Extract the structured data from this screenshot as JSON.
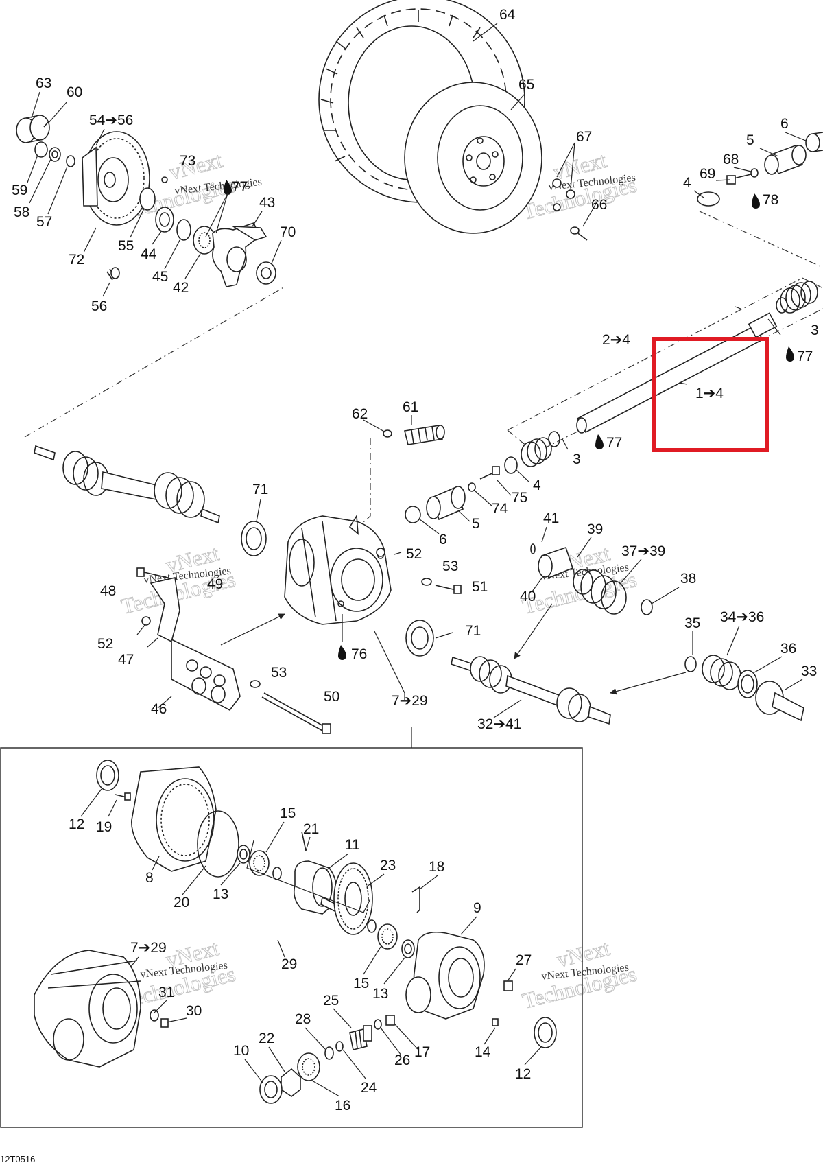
{
  "diagram_code": "12T0516",
  "watermark": {
    "line1": "vNext",
    "line2": "Technologies",
    "inline": "vNext Technologies"
  },
  "highlight_color": "#e01b24",
  "labels": {
    "p63": "63",
    "p60": "60",
    "p54_56": "54➔56",
    "p73": "73",
    "p77a": "77",
    "p43": "43",
    "p70": "70",
    "p59": "59",
    "p58": "58",
    "p57": "57",
    "p72": "72",
    "p55": "55",
    "p44": "44",
    "p45": "45",
    "p42": "42",
    "p56": "56",
    "p64": "64",
    "p65": "65",
    "p67": "67",
    "p66": "66",
    "p6a": "6",
    "p5a": "5",
    "p68": "68",
    "p69": "69",
    "p4a": "4",
    "p78": "78",
    "p3a": "3",
    "p77b": "77",
    "p2_4": "2➔4",
    "p1_4": "1➔4",
    "p77c": "77",
    "p3b": "3",
    "p62": "62",
    "p61": "61",
    "p4b": "4",
    "p75": "75",
    "p74": "74",
    "p5b": "5",
    "p6b": "6",
    "p71a": "71",
    "p52a": "52",
    "p53a": "53",
    "p51": "51",
    "p41": "41",
    "p39": "39",
    "p37_39": "37➔39",
    "p38": "38",
    "p40": "40",
    "p48": "48",
    "p49": "49",
    "p52b": "52",
    "p47": "47",
    "p46": "46",
    "p53b": "53",
    "p50": "50",
    "p76": "76",
    "p71b": "71",
    "p7_29a": "7➔29",
    "p35": "35",
    "p34_36": "34➔36",
    "p36": "36",
    "p33": "33",
    "p32_41": "32➔41",
    "p12a": "12",
    "p19": "19",
    "p15a": "15",
    "p21": "21",
    "p11": "11",
    "p23": "23",
    "p18": "18",
    "p8": "8",
    "p20": "20",
    "p13a": "13",
    "p9": "9",
    "p7_29b": "7➔29",
    "p29": "29",
    "p27": "27",
    "p15b": "15",
    "p13b": "13",
    "p31": "31",
    "p30": "30",
    "p25": "25",
    "p28": "28",
    "p22": "22",
    "p10": "10",
    "p17": "17",
    "p26": "26",
    "p24": "24",
    "p14": "14",
    "p12b": "12",
    "p16": "16"
  }
}
